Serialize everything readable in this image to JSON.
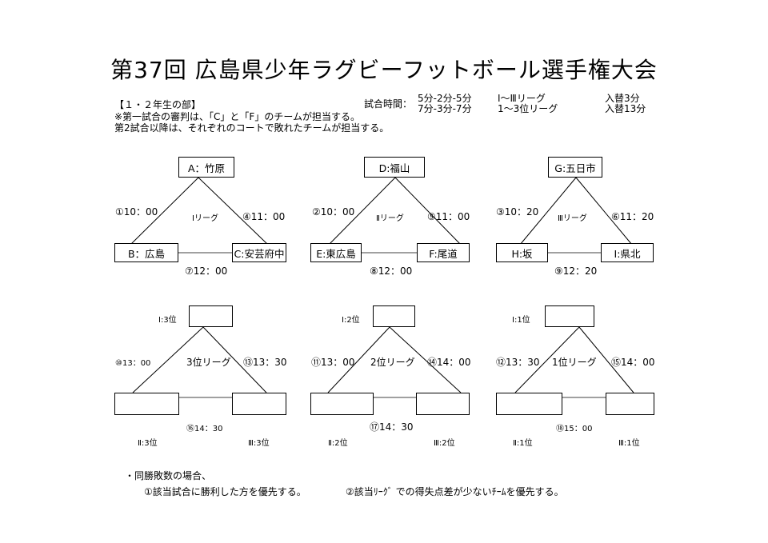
{
  "title": "第37回 広島県少年ラグビーフットボール選手権大会",
  "section": "【１・２年生の部】",
  "notes": [
    "※第一試合の審判は、「C」と「F」のチームが担当する。",
    "第2試合以降は、それぞれのコートで敗れたチームが担当する。"
  ],
  "match_time": {
    "label": "試合時間：",
    "rows": [
      {
        "time": "5分-2分-5分",
        "league": "Ⅰ～Ⅲリーグ",
        "subs": "入替3分"
      },
      {
        "time": "7分-3分-7分",
        "league": "1～3位リーグ",
        "subs": "入替13分"
      }
    ]
  },
  "leagues": [
    {
      "name": "Ⅰリーグ",
      "top_team": "A：竹原",
      "left_team": "B：広島",
      "right_team": "C:安芸府中",
      "left_match": "①10：00",
      "right_match": "④11：00",
      "bottom_match": "⑦12：00"
    },
    {
      "name": "Ⅱリーグ",
      "top_team": "D:福山",
      "left_team": "E:東広島",
      "right_team": "F:尾道",
      "left_match": "②10：00",
      "right_match": "⑤11：00",
      "bottom_match": "⑧12：00"
    },
    {
      "name": "Ⅲリーグ",
      "top_team": "G:五日市",
      "left_team": "H:坂",
      "right_team": "I:県北",
      "left_match": "③10：20",
      "right_match": "⑥11：20",
      "bottom_match": "⑨12：20"
    }
  ],
  "rank_leagues": [
    {
      "name": "3位リーグ",
      "top_label": "Ⅰ:3位",
      "left_label": "Ⅱ:3位",
      "right_label": "Ⅲ:3位",
      "left_match": "⑩13：00",
      "right_match": "⑬13：30",
      "bottom_match": "⑯14：30"
    },
    {
      "name": "2位リーグ",
      "top_label": "Ⅰ:2位",
      "left_label": "Ⅱ:2位",
      "right_label": "Ⅲ:2位",
      "left_match": "⑪13：00",
      "right_match": "⑭14：00",
      "bottom_match": "⑰14：30"
    },
    {
      "name": "1位リーグ",
      "top_label": "Ⅰ:1位",
      "left_label": "Ⅱ:1位",
      "right_label": "Ⅲ:1位",
      "left_match": "⑫13：30",
      "right_match": "⑮14：00",
      "bottom_match": "⑱15：00"
    }
  ],
  "tiebreak": {
    "heading": "・同勝敗数の場合、",
    "rule1": "①該当試合に勝利した方を優先する。",
    "rule2": "②該当ﾘｰｸﾞ での得失点差が少ないﾁｰﾑを優先する。"
  }
}
